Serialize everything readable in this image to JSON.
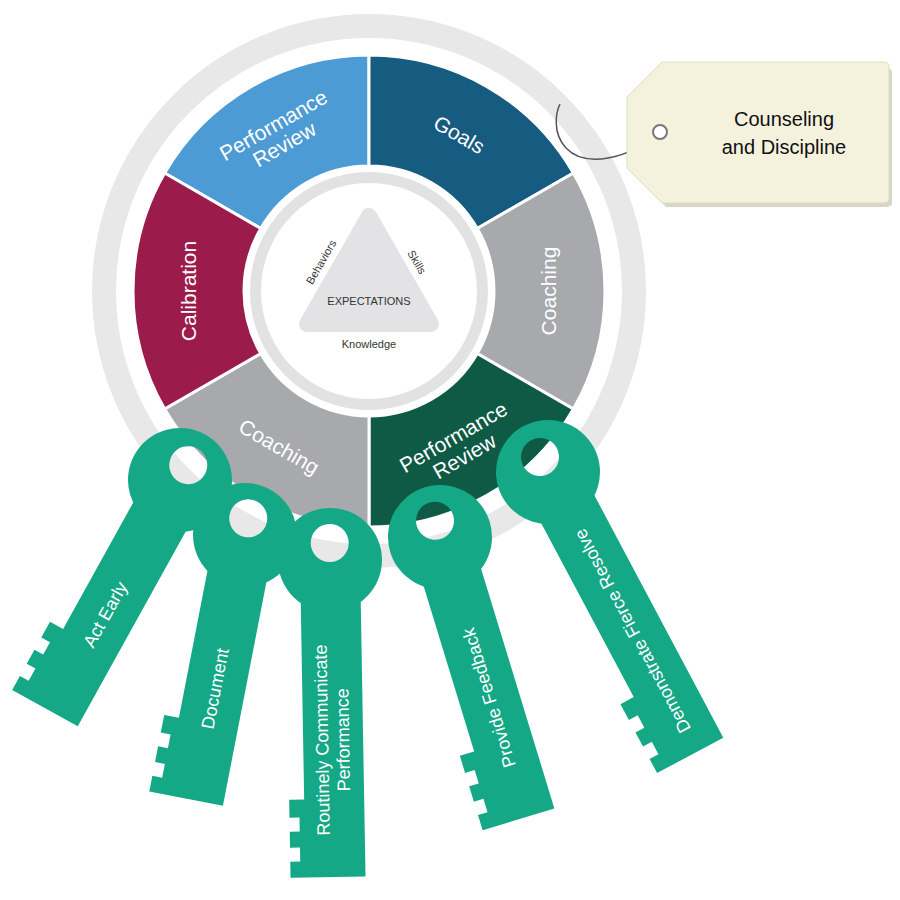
{
  "diagram": {
    "nodes": [
      {
        "text": [
          "Performance Review"
        ]
      },
      {
        "text": [
          "Goals"
        ]
      },
      {
        "text": [
          "Coaching"
        ]
      },
      {
        "text": [
          "Performance Review"
        ]
      },
      {
        "text": [
          "Coaching"
        ]
      },
      {
        "text": [
          "Calibration"
        ]
      },
      {
        "text": [
          "Behaviors",
          "Skills",
          "EXPECTATIONS",
          "Knowledge"
        ]
      },
      {
        "text": [
          "Counseling and Discipline"
        ]
      },
      {
        "text": [
          "Act Early"
        ]
      },
      {
        "text": [
          "Document"
        ]
      },
      {
        "text": [
          "Routinely Communicate Performance"
        ]
      },
      {
        "text": [
          "Provide Feedback"
        ]
      },
      {
        "text": [
          "Demonstrate Fierce Resolve"
        ]
      }
    ]
  }
}
